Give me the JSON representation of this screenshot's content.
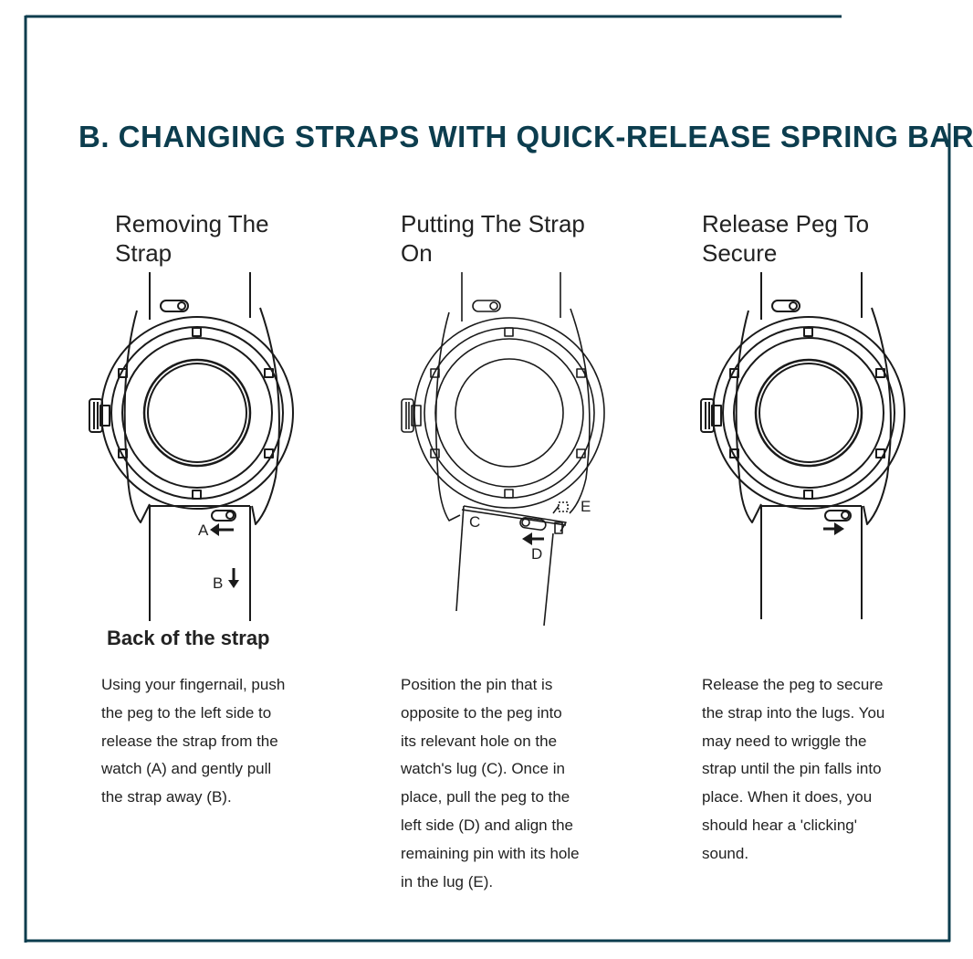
{
  "title": "B. CHANGING STRAPS WITH QUICK-RELEASE SPRING BAR",
  "columns": [
    {
      "heading": [
        "Removing The",
        "Strap"
      ],
      "caption": "Back of the strap",
      "labels": {
        "a": "A",
        "b": "B"
      },
      "body": [
        "Using your fingernail, push",
        "the peg to the left side to",
        "release the strap from the",
        "watch (A) and gently pull",
        "the strap away (B)."
      ]
    },
    {
      "heading": [
        "Putting The Strap",
        "On"
      ],
      "labels": {
        "c": "C",
        "d": "D",
        "e": "E"
      },
      "body": [
        "Position the pin that is",
        "opposite to the peg into",
        "its relevant hole on the",
        "watch's lug (C). Once in",
        "place, pull the peg to the",
        "left side (D) and align the",
        "remaining pin with its hole",
        "in the lug (E)."
      ]
    },
    {
      "heading": [
        "Release Peg To",
        "Secure"
      ],
      "body": [
        "Release the peg to secure",
        "the strap into the lugs. You",
        "may need to wriggle the",
        "strap until the pin falls into",
        "place. When it does, you",
        "should hear a 'clicking'",
        "sound."
      ]
    }
  ],
  "colors": {
    "frame": "#0c3d4e",
    "title": "#0c3d4e",
    "lines": "#1a1a1a"
  },
  "icons": [
    "watch-illustration",
    "arrow-left-icon",
    "arrow-down-icon",
    "arrow-right-icon"
  ]
}
